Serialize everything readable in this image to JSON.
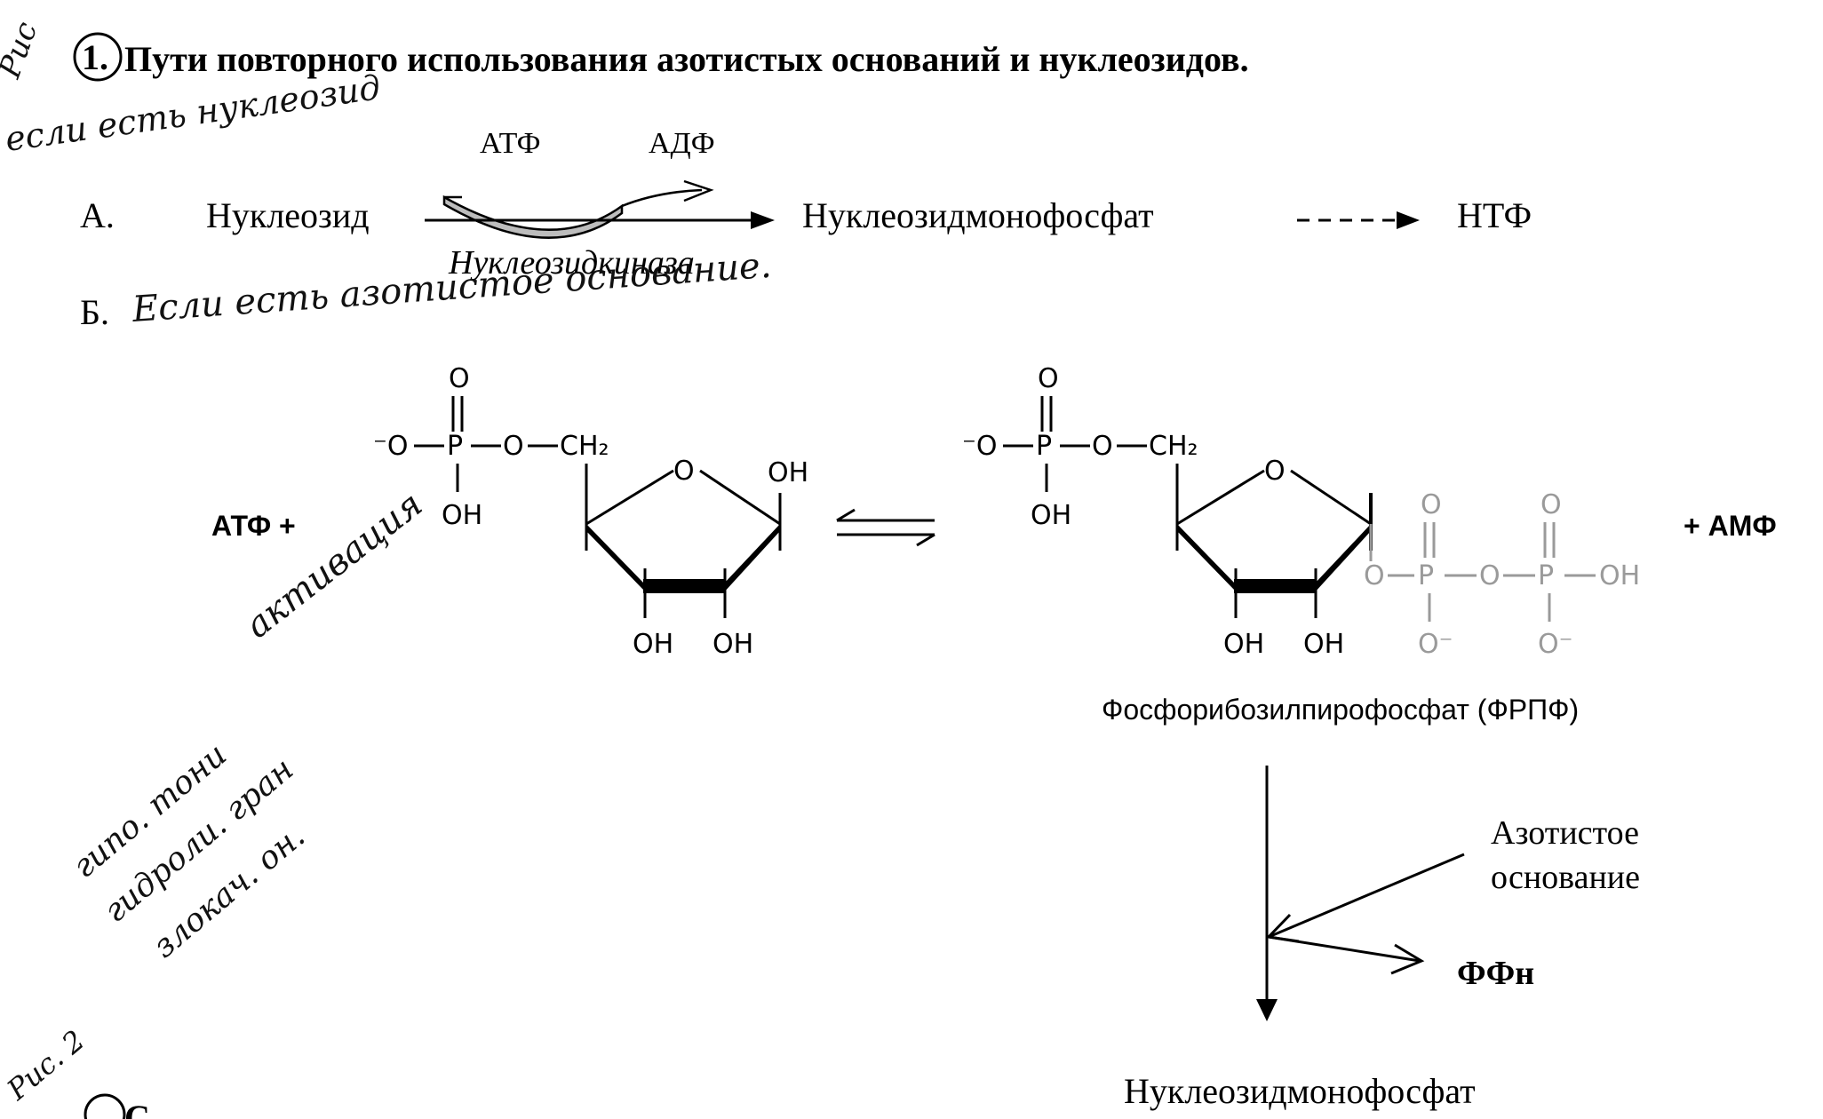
{
  "title": "Пути повторного использования азотистых оснований и нуклеозидов.",
  "title_number": "1.",
  "annotations": {
    "side_mark_top": "Рис",
    "below_title": "если есть нуклеозид",
    "after_B": "Если есть азотистое основание.",
    "activation": "активация",
    "diagonal_1": "гипо. тони",
    "diagonal_2": "гидроли. гран",
    "diagonal_3": "злокач. он.",
    "side_mark_bottom": "Рис. 2"
  },
  "reaction_a": {
    "label": "А.",
    "substrate": "Нуклеозид",
    "cofactor_in": "АТФ",
    "cofactor_out": "АДФ",
    "enzyme": "Нуклеозидкиназа",
    "product": "Нуклеозидмонофосфат",
    "final_product": "НТФ"
  },
  "reaction_b": {
    "label": "Б.",
    "reactant": "АТФ +",
    "coproduct": "+ АМФ",
    "product_name": "Фосфорибозилпирофосфат (ФРПФ)",
    "base": "Азотистое основание",
    "base_line1": "Азотистое",
    "base_line2": "основание",
    "byproduct": "ФФн",
    "result": "Нуклеозидмонофосфат"
  },
  "chem": {
    "O": "O",
    "P": "P",
    "OH": "OH",
    "O_minus": "⁻O",
    "O_minus_r": "O⁻",
    "CH2": "CH₂"
  },
  "next_section_start": "С"
}
